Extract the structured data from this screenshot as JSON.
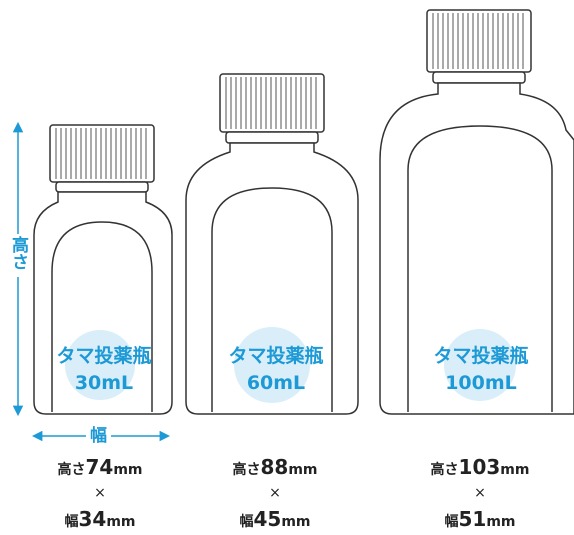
{
  "bottles": [
    {
      "name_line1": "タマ投薬瓶",
      "name_line2": "30mL",
      "height_label": "高さ",
      "height_value": "74",
      "width_label": "幅",
      "width_value": "34",
      "unit": "mm",
      "times": "×"
    },
    {
      "name_line1": "タマ投薬瓶",
      "name_line2": "60mL",
      "height_label": "高さ",
      "height_value": "88",
      "width_label": "幅",
      "width_value": "45",
      "unit": "mm",
      "times": "×"
    },
    {
      "name_line1": "タマ投薬瓶",
      "name_line2": "100mL",
      "height_label": "高さ",
      "height_value": "103",
      "width_label": "幅",
      "width_value": "51",
      "unit": "mm",
      "times": "×"
    }
  ],
  "dimension": {
    "height_label": "高さ",
    "width_label": "幅"
  },
  "colors": {
    "accent": "#1d9ad6",
    "badge": "#d9eef9",
    "outline": "#333333"
  }
}
